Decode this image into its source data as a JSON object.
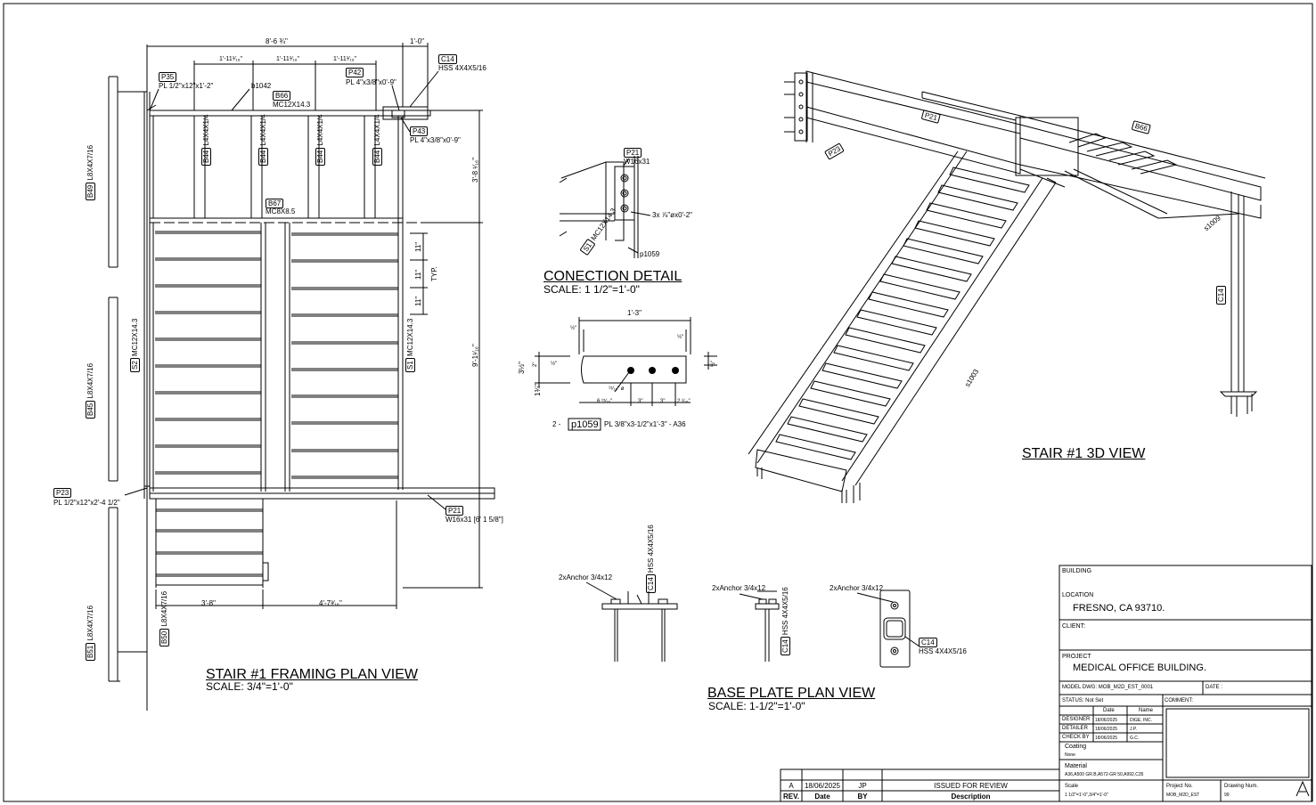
{
  "framing_plan": {
    "title": "STAIR #1 FRAMING PLAN VIEW",
    "scale": "SCALE: 3/4\"=1'-0\"",
    "dims": {
      "overall": "8'-6 ¾\"",
      "right": "1'-0\"",
      "d1": "1'-11¹⁄₁₆\"",
      "d2": "1'-11¹⁄₁₆\"",
      "d3": "1'-11¹⁄₁₆\"",
      "vert1": "3'-8 ¹⁄₁₆\"",
      "vert2": "9'-1¹⁄₁₆\"",
      "tread1": "11\"",
      "tread2": "11\"",
      "tread3": "11\"",
      "typ": "TYP.",
      "bottom_left": "3'-8\"",
      "bottom_right": "4'-7³⁄₁₆\""
    },
    "labels": {
      "p35": "P35",
      "p35_desc": "PL 1/2\"x12\"x1'-2\"",
      "b1042": "b1042",
      "b66": "B66",
      "b66_desc": "MC12X14.3",
      "p42": "P42",
      "p42_desc": "PL 4\"x3/8\"x0'-9\"",
      "c14": "C14",
      "c14_desc": "HSS 4X4X5/16",
      "p43": "P43",
      "p43_desc": "PL 4\"x3/8\"x0'-9\"",
      "b44": "B44",
      "b44_desc": "L4X4X1/4",
      "b67": "B67",
      "b67_desc": "MC8X8.5",
      "b49": "B49",
      "b49_desc": "L8X4X7/16",
      "s2": "S2",
      "s2_desc": "MC12X14.3",
      "s1": "S1",
      "s1_desc": "MC12X14.3",
      "b45": "B45",
      "b45_desc": "L8X4X7/16",
      "p23": "P23",
      "p23_desc": "PL 1/2\"x12\"x2'-4 1/2\"",
      "p21": "P21",
      "p21_desc": "W16x31 [6' 1 5/8\"]",
      "b51": "B51",
      "b51_desc": "L8X4X7/16",
      "b50": "B50",
      "b50_desc": "L8X4X7/16"
    }
  },
  "connection_detail": {
    "title": "CONECTION DETAIL",
    "scale": "SCALE: 1 1/2\"=1'-0\"",
    "p21": "P21",
    "p21_desc": "W16x31",
    "bolts": "3x ⅞\"øx0'-2\"",
    "s1": "S1",
    "s1_desc": "MC12X14.3",
    "plate": "p1059"
  },
  "plate_detail": {
    "width": "1'-3\"",
    "h1": "3½\"",
    "h2": "1¾\"",
    "h3": "½\"",
    "h4": "½\"",
    "h5": "½\"",
    "h6": "½\"",
    "v1": "2\"",
    "hole": "¹⁵⁄₁₆\" ø",
    "d1": "6 ¹⁵⁄₁₆\"",
    "d2": "3\"",
    "d3": "3\"",
    "d4": "2 ¹⁄₁₆\"",
    "qty": "2 -",
    "mark": "p1059",
    "desc": "PL 3/8\"x3-1/2\"x1'-3\" - A36"
  },
  "view_3d": {
    "title": "STAIR #1 3D VIEW",
    "p21": "P21",
    "b66": "B66",
    "p23": "P23",
    "s1009": "s1009",
    "c14": "C14",
    "s1003": "s1003"
  },
  "base_plate": {
    "title": "BASE PLATE PLAN VIEW",
    "scale": "SCALE: 1-1/2\"=1'-0\"",
    "anchor1": "2xAnchor 3/4x12",
    "anchor2": "2xAnchor 3/4x12",
    "anchor3": "2xAnchor 3/4x12",
    "c14": "C14",
    "c14_desc": "HSS 4X4X5/16",
    "c14b": "C14",
    "c14b_desc": "HSS 4X4X5/16",
    "c14c": "C14",
    "c14c_desc": "HSS 4X4X5/16"
  },
  "title_block": {
    "building_label": "BUILDING",
    "location_label": "LOCATION",
    "location": "FRESNO, CA 93710.",
    "client_label": "CLIENT:",
    "project_label": "PROJECT",
    "project": "MEDICAL OFFICE BUILDING.",
    "model_dwg": "MODEL DWG: MOB_M2D_EST_0001",
    "date_label": "DATE :",
    "status": "STATUS: Not Set",
    "comment_label": "COMMENT:",
    "col_date": "Date",
    "col_name": "Name",
    "designer_label": "DESIGNER",
    "designer_date": "18/06/2025",
    "designer_name": "DIGE, INC.",
    "detailer_label": "DETAILER",
    "detailer_date": "18/06/2025",
    "detailer_name": "J.P.",
    "check_label": "CHECK BY",
    "check_date": "18/06/2025",
    "check_name": "G.C.",
    "coating_label": "Coating",
    "coating": "None",
    "material_label": "Material",
    "material": "A36,A500 GR.B,A572-GR 50,A992,C35",
    "scale_label": "Scale",
    "scale": "1 1/2\"=1'-0\",3/4\"=1'-0\"",
    "project_no_label": "Project No.",
    "project_no": "MOB_M2D_EST",
    "drawing_num_label": "Drawing Num.",
    "drawing_num": "99",
    "logo": "A"
  },
  "revisions": {
    "rev": "A",
    "date": "18/06/2025",
    "by": "JP",
    "description": "ISSUED FOR REVIEW",
    "h_rev": "REV.",
    "h_date": "Date",
    "h_by": "BY",
    "h_desc": "Description"
  }
}
